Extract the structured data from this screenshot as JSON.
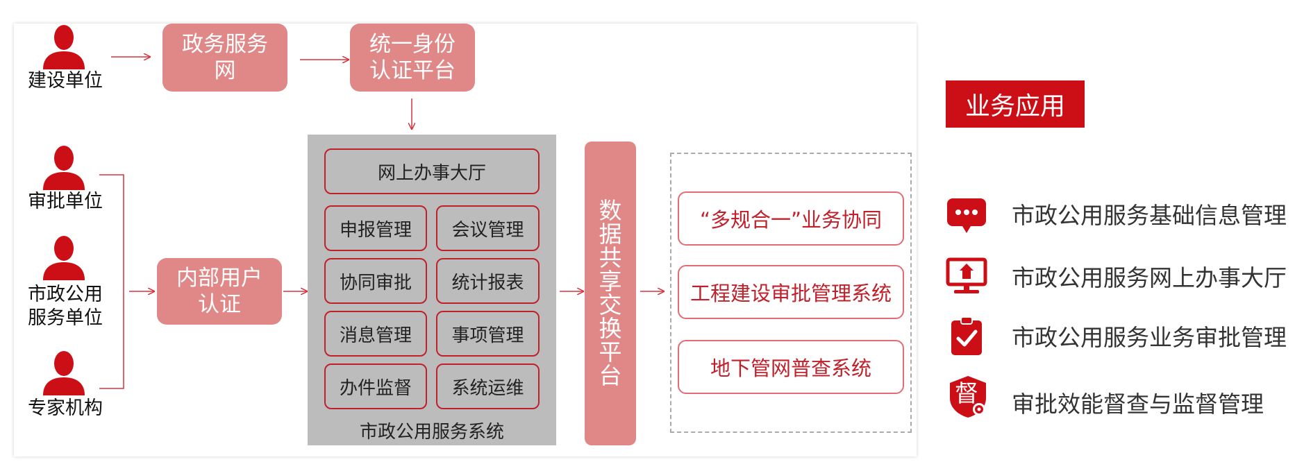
{
  "roles": {
    "builder": "建设单位",
    "approver": "审批单位",
    "municipal_l1": "市政公用",
    "municipal_l2": "服务单位",
    "expert": "专家机构"
  },
  "nodes": {
    "gov_service_network": "政务服务\n网",
    "unified_identity": "统一身份\n认证平台",
    "internal_auth": "内部用户\n认证"
  },
  "system": {
    "hall": "网上办事大厅",
    "modules": [
      "申报管理",
      "会议管理",
      "协同审批",
      "统计报表",
      "消息管理",
      "事项管理",
      "办件监督",
      "系统运维"
    ],
    "name": "市政公用服务系统"
  },
  "data_platform": "数据共享交换平台",
  "apps": [
    "“多规合一”业务协同",
    "工程建设审批管理系统",
    "地下管网普查系统"
  ],
  "legend": {
    "title": "业务应用",
    "items": [
      {
        "icon": "chat-bubble-icon",
        "label": "市政公用服务基础信息管理"
      },
      {
        "icon": "monitor-home-icon",
        "label": "市政公用服务网上办事大厅"
      },
      {
        "icon": "clipboard-check-icon",
        "label": "市政公用服务业务审批管理"
      },
      {
        "icon": "supervise-badge-icon",
        "label": "审批效能督查与监督管理",
        "glyph": "督"
      }
    ]
  },
  "colors": {
    "accent_red": "#cc0f16",
    "node_pink": "#e08787",
    "module_border": "#c0202a",
    "system_gray": "#bcbcbc"
  }
}
